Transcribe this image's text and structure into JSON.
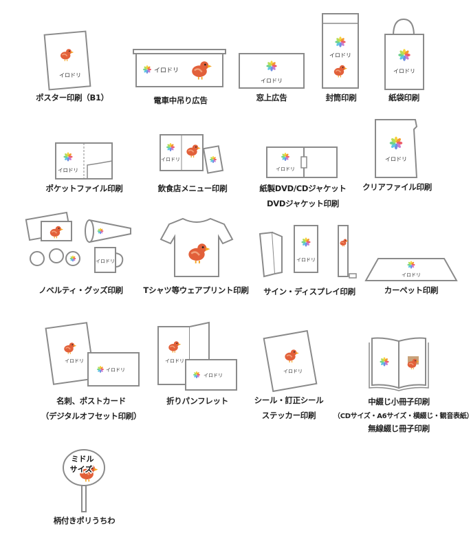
{
  "brand": {
    "logo_text": "イロドリ"
  },
  "uchiwa_badge": "ミドル\nサイズ",
  "colors": {
    "outline": "#8a8a8a",
    "bird": "#e2603a",
    "paper": "#ffffff"
  },
  "items": [
    {
      "label": "ポスター印刷（B1）"
    },
    {
      "label": "電車中吊り広告"
    },
    {
      "label": "窓上広告"
    },
    {
      "label": "封筒印刷"
    },
    {
      "label": "紙袋印刷"
    },
    {
      "label": "ポケットファイル印刷"
    },
    {
      "label": "飲食店メニュー印刷"
    },
    {
      "label": "紙製DVD/CDジャケット",
      "label2": "DVDジャケット印刷"
    },
    {
      "label": "クリアファイル印刷"
    },
    {
      "label": "ノベルティ・グッズ印刷"
    },
    {
      "label": "Tシャツ等ウェアプリント印刷"
    },
    {
      "label": "サイン・ディスプレイ印刷"
    },
    {
      "label": "カーペット印刷"
    },
    {
      "label": "名刺、ポストカード",
      "label2": "（デジタルオフセット印刷）"
    },
    {
      "label": "折りパンフレット"
    },
    {
      "label": "シール・訂正シール",
      "label2": "ステッカー印刷"
    },
    {
      "label": "中綴じ小冊子印刷",
      "label2": "（CDサイズ・A6サイズ・横綴じ・観音表紙）",
      "label3": "無線綴じ冊子印刷"
    },
    {
      "label": "柄付きポリうちわ"
    }
  ]
}
